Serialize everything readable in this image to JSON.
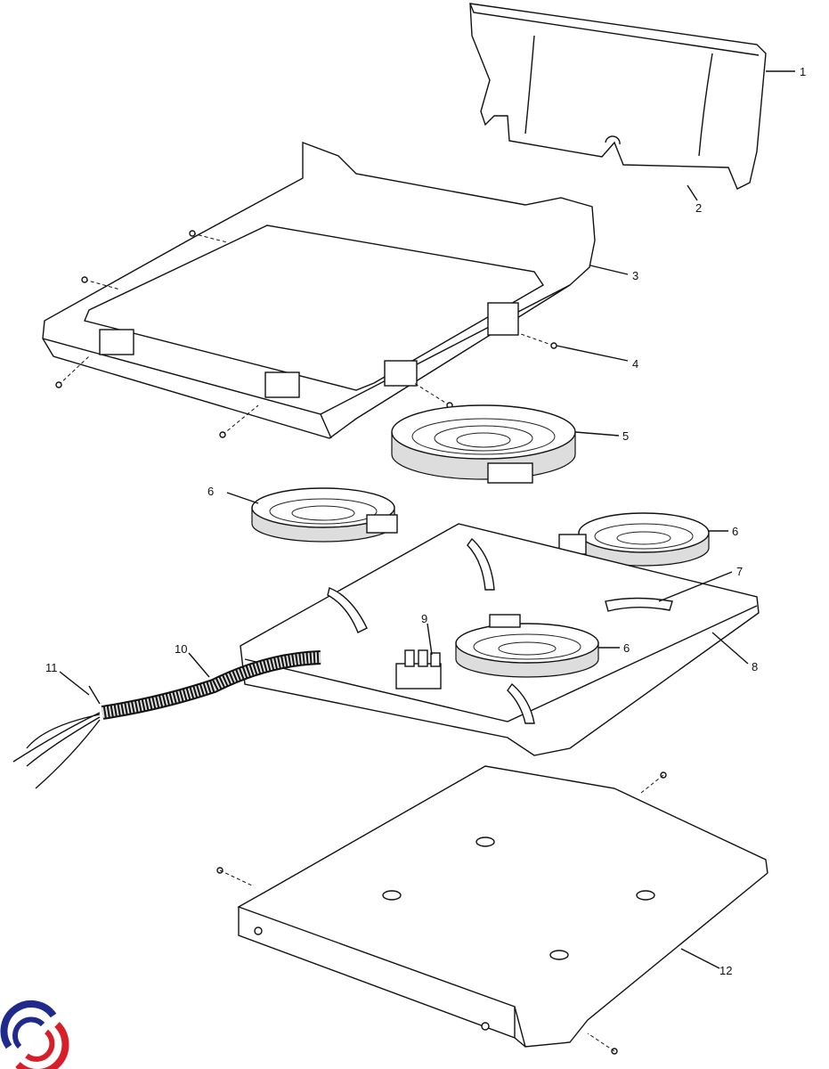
{
  "diagram": {
    "type": "exploded parts diagram",
    "callouts": [
      {
        "id": "part-1",
        "label": "1"
      },
      {
        "id": "part-2",
        "label": "2"
      },
      {
        "id": "part-3",
        "label": "3"
      },
      {
        "id": "part-4",
        "label": "4"
      },
      {
        "id": "part-5",
        "label": "5"
      },
      {
        "id": "part-6a",
        "label": "6"
      },
      {
        "id": "part-6b",
        "label": "6"
      },
      {
        "id": "part-7",
        "label": "7"
      },
      {
        "id": "part-6c",
        "label": "6"
      },
      {
        "id": "part-8",
        "label": "8"
      },
      {
        "id": "part-9",
        "label": "9"
      },
      {
        "id": "part-10",
        "label": "10"
      },
      {
        "id": "part-11",
        "label": "11"
      },
      {
        "id": "part-12",
        "label": "12"
      }
    ]
  },
  "logo": {
    "name": "brand-logo",
    "colors": [
      "#1f2a8c",
      "#d81e28"
    ]
  }
}
